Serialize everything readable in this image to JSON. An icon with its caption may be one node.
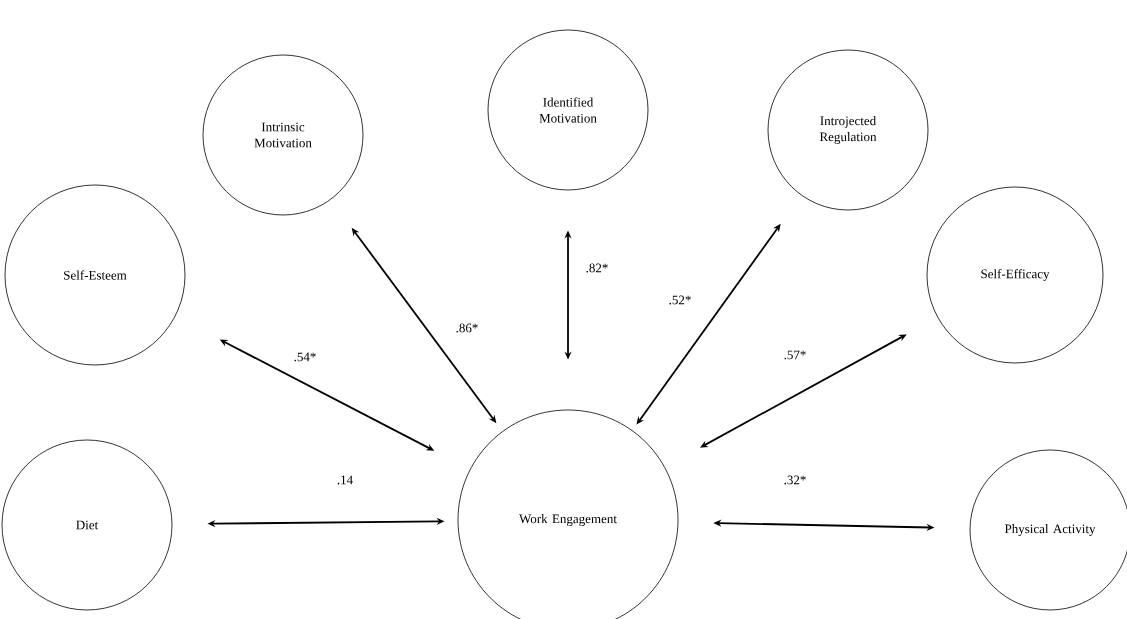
{
  "diagram": {
    "nodes": [
      {
        "text": [
          "Intrinsic Motivation"
        ]
      },
      {
        "text": [
          "Identified Motivation"
        ]
      },
      {
        "text": [
          "Introjected Regulation"
        ]
      },
      {
        "text": [
          "Self-Esteem"
        ]
      },
      {
        "text": [
          "Self-Efficacy"
        ]
      },
      {
        "text": [
          "Diet"
        ]
      },
      {
        "text": [
          "Work Engagement"
        ]
      },
      {
        "text": [
          "Physical Activity"
        ]
      }
    ],
    "edges": [
      {
        "from": 3,
        "to": 6,
        "arrow": "both",
        "label": ".54*"
      },
      {
        "from": 0,
        "to": 6,
        "arrow": "both",
        "label": ".86*"
      },
      {
        "from": 1,
        "to": 6,
        "arrow": "both",
        "label": ".82*"
      },
      {
        "from": 2,
        "to": 6,
        "arrow": "both",
        "label": ".52*"
      },
      {
        "from": 4,
        "to": 6,
        "arrow": "both",
        "label": ".57*"
      },
      {
        "from": 5,
        "to": 6,
        "arrow": "both",
        "label": ".14"
      },
      {
        "from": 7,
        "to": 6,
        "arrow": "both",
        "label": ".32*"
      }
    ]
  }
}
